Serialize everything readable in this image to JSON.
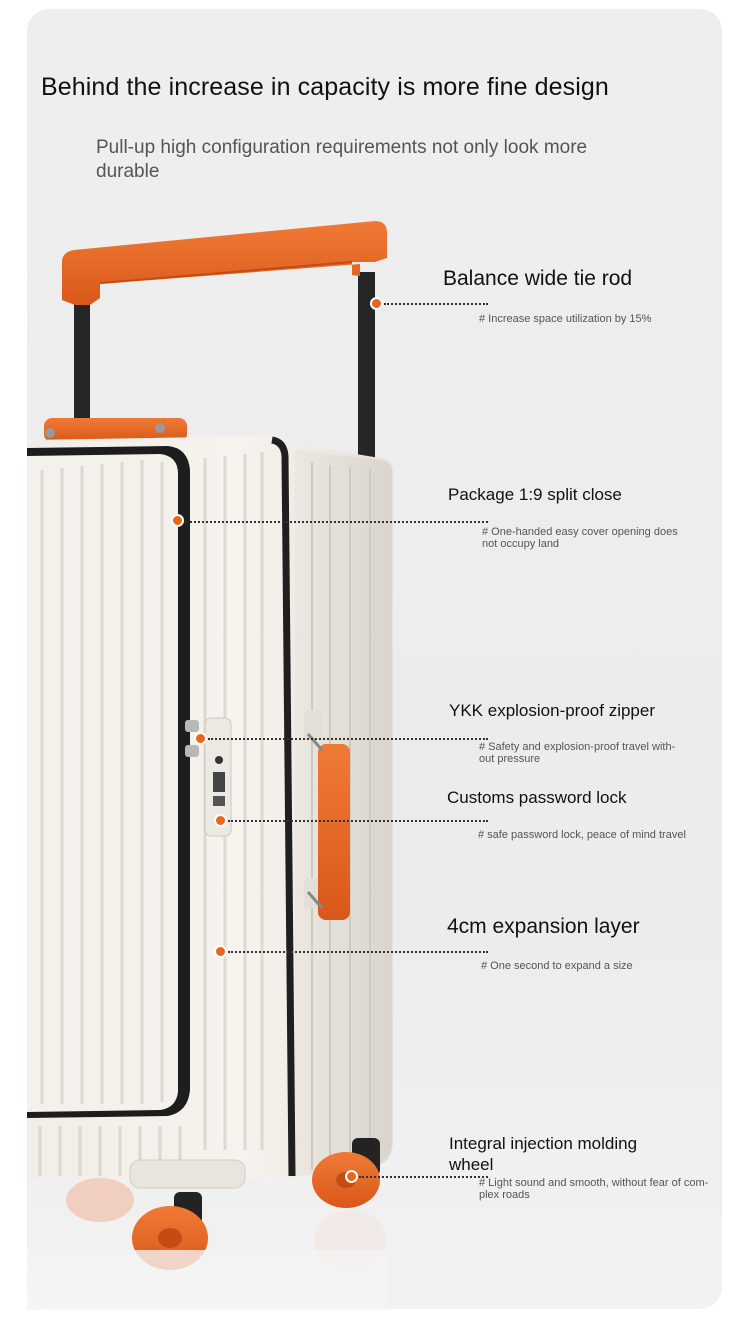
{
  "header": {
    "title": "Behind the increase in capacity is more fine design",
    "subtitle": "Pull-up high configuration requirements not only look more durable"
  },
  "features": [
    {
      "title": "Balance wide tie rod",
      "desc": "# Increase space utilization by 15%"
    },
    {
      "title": "Package 1:9 split close",
      "desc": "# One-handed easy cover opening does not occupy land"
    },
    {
      "title": "YKK explosion-proof zipper",
      "desc": "# Safety and explosion-proof travel with-out pressure"
    },
    {
      "title": "Customs password lock",
      "desc": "# safe password lock, peace of mind travel"
    },
    {
      "title": "4cm expansion layer",
      "desc": "# One second to expand a size"
    },
    {
      "title": "Integral injection molding wheel",
      "desc": "# Light sound and smooth, without fear of com-plex roads"
    }
  ],
  "colors": {
    "accent": "#e8661c",
    "shell": "#f3f0eb",
    "background": "#eeeeee"
  }
}
